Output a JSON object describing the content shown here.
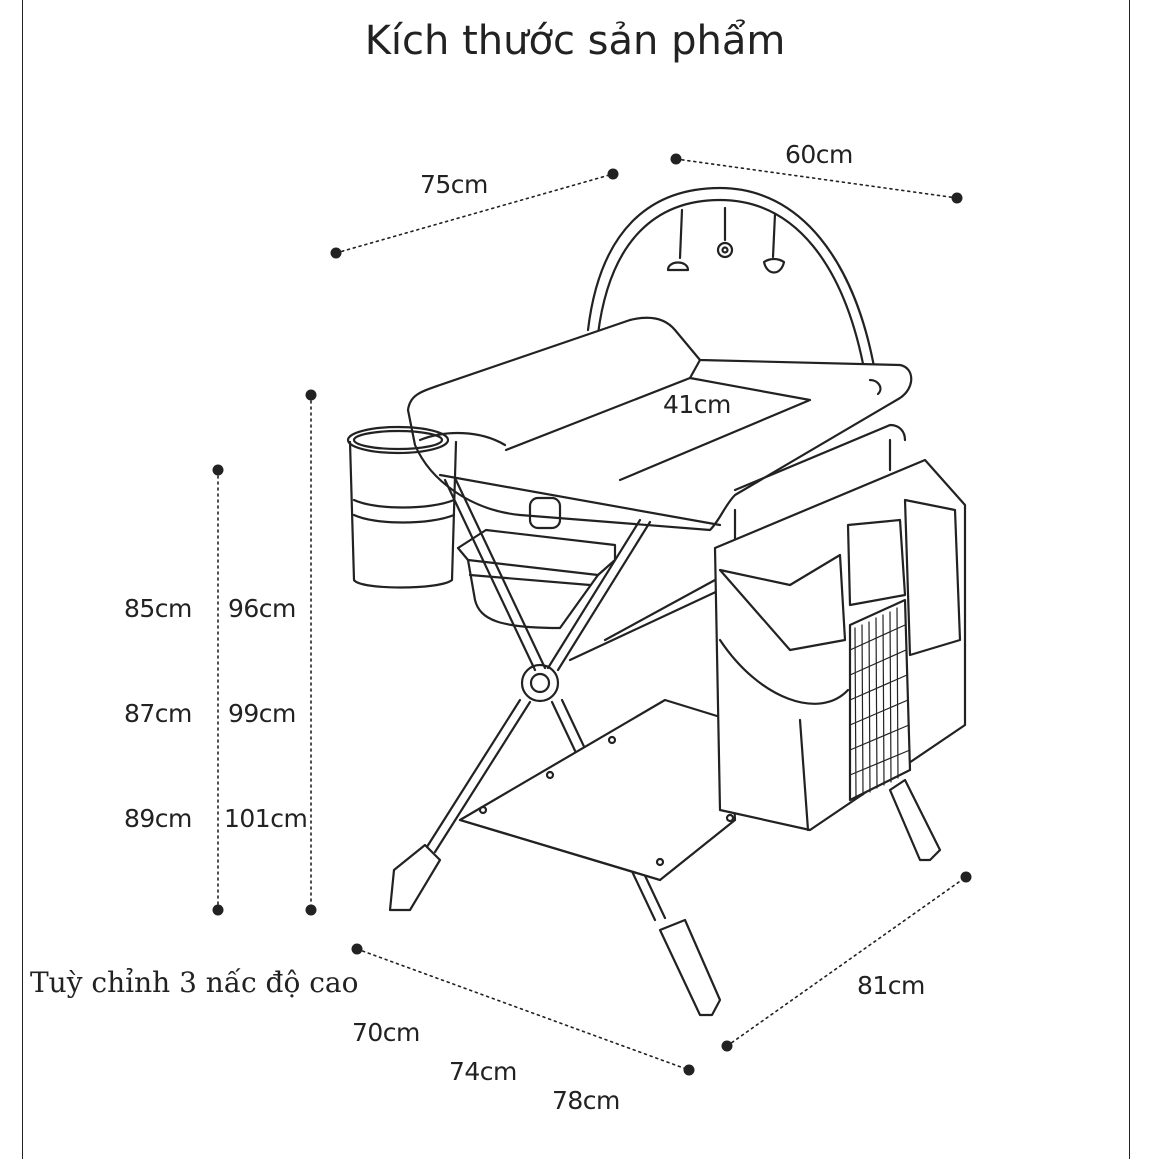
{
  "title": "Kích thước sản phẩm",
  "top_dims": {
    "depth": "75cm",
    "width": "60cm",
    "inner": "41cm"
  },
  "heights": {
    "low": [
      "85cm",
      "87cm",
      "89cm"
    ],
    "high": [
      "96cm",
      "99cm",
      "101cm"
    ]
  },
  "bottom_dims": {
    "leg_spread": [
      "70cm",
      "74cm",
      "78cm"
    ],
    "length": "81cm"
  },
  "note": "Tuỳ chỉnh 3 nấc độ cao"
}
